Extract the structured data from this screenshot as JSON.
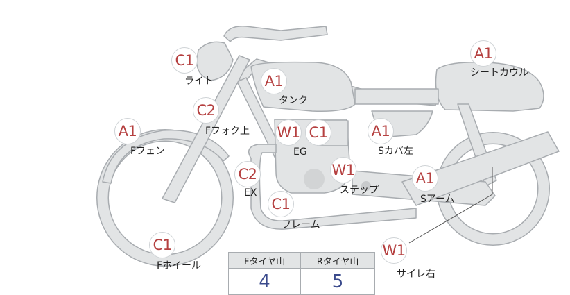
{
  "colors": {
    "body": "#e2e4e5",
    "outline": "#a8acb0",
    "badge_text": "#b54040",
    "value_text": "#3a4a8c"
  },
  "parts": [
    {
      "id": "light",
      "code": "C1",
      "label": "ライト"
    },
    {
      "id": "tank",
      "code": "A1",
      "label": "タンク"
    },
    {
      "id": "seat-cowl",
      "code": "A1",
      "label": "シートカウル"
    },
    {
      "id": "f-fork-upper",
      "code": "C2",
      "label": "Fフォク上"
    },
    {
      "id": "f-fender",
      "code": "A1",
      "label": "Fフェン"
    },
    {
      "id": "eg-w",
      "code": "W1",
      "label": ""
    },
    {
      "id": "eg",
      "code": "C1",
      "label": "EG"
    },
    {
      "id": "s-cover-left",
      "code": "A1",
      "label": "Sカバ左"
    },
    {
      "id": "ex",
      "code": "C2",
      "label": "EX"
    },
    {
      "id": "step",
      "code": "W1",
      "label": "ステップ"
    },
    {
      "id": "s-arm",
      "code": "A1",
      "label": "Sアーム"
    },
    {
      "id": "frame",
      "code": "C1",
      "label": "フレーム"
    },
    {
      "id": "f-wheel",
      "code": "C1",
      "label": "Fホイール"
    },
    {
      "id": "muffler-right",
      "code": "W1",
      "label": "サイレ右"
    }
  ],
  "tread": {
    "front_label": "Fタイヤ山",
    "rear_label": "Rタイヤ山",
    "front_value": "4",
    "rear_value": "5"
  }
}
